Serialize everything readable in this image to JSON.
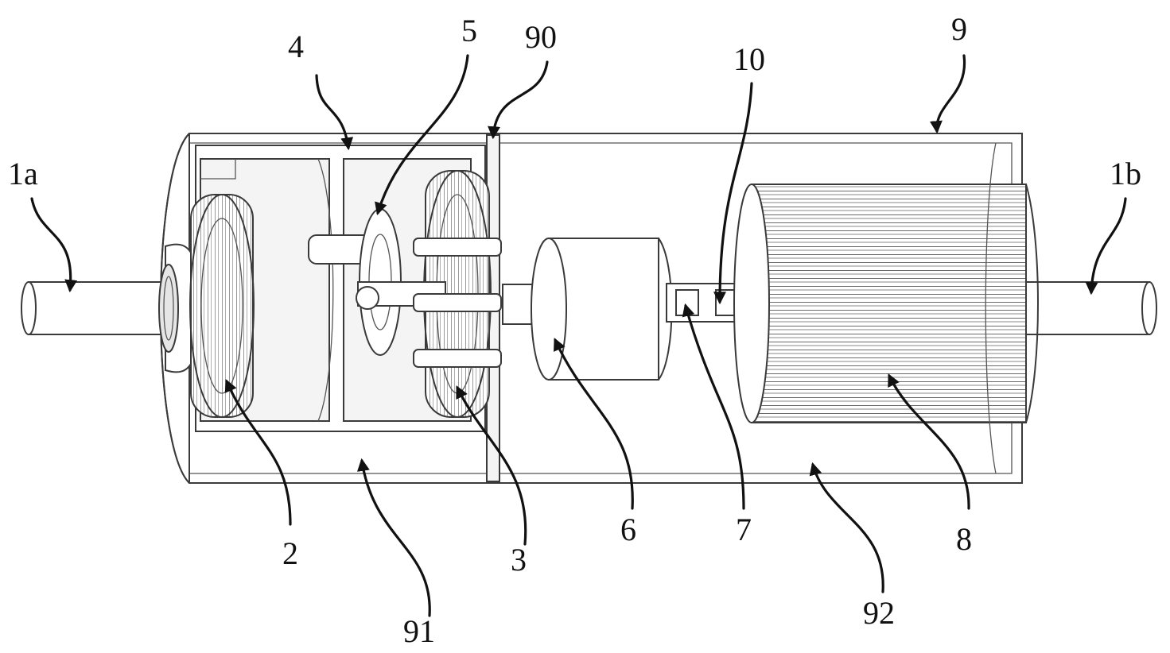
{
  "diagram": {
    "labels": {
      "shaft_left": "1a",
      "shaft_right": "1b",
      "gear_ring_left": "2",
      "gear_ring_right": "3",
      "housing": "4",
      "planet_carrier": "5",
      "coupling_body": "6",
      "connector": "7",
      "rotor": "8",
      "outer_drum": "9",
      "partition": "90",
      "chamber_left": "91",
      "chamber_right": "92",
      "joint": "10"
    }
  }
}
